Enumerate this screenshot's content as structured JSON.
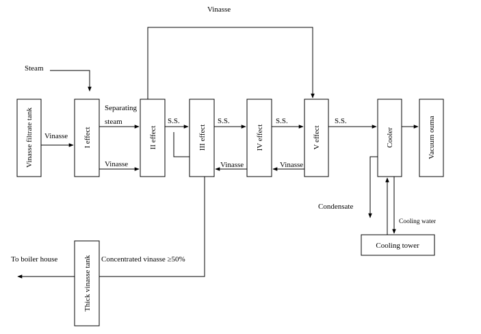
{
  "diagram": {
    "boxes": {
      "vinasse_filtrate_tank": "Vinasse filtrate tank",
      "effect_1": "I  effect",
      "effect_2": "II   effect",
      "effect_3": "III  effect",
      "effect_4": "IV  effect",
      "effect_5": "V  effect",
      "cooler": "Cooler",
      "vacuum_pump": "Vacuum ouma",
      "cooling_tower": "Cooling tower",
      "thick_vinasse_tank": "Thick vinasse tank"
    },
    "labels": {
      "vinasse_top": "Vinasse",
      "steam": "Steam",
      "vinasse_in": "Vinasse",
      "separating": "Separating",
      "steam_word": "steam",
      "vinasse_1_2": "Vinasse",
      "ss_2_3": "S.S.",
      "ss_3_4": "S.S.",
      "ss_4_5": "S.S.",
      "ss_5_cooler": "S.S.",
      "vinasse_4_3": "Vinasse",
      "vinasse_5_4": "Vinasse",
      "condensate": "Condensate",
      "cooling_water": "Cooling water",
      "to_boiler_house": "To boiler house",
      "concentrated": "Concentrated vinasse ≥50%"
    }
  }
}
